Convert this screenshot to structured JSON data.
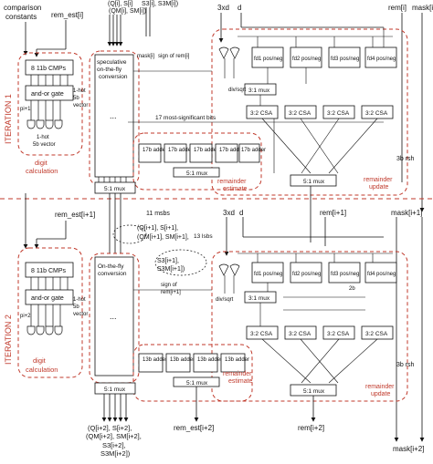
{
  "top": {
    "comparison_constants": [
      "comparison",
      "constants"
    ],
    "rem_est_i": "rem_est[i]",
    "q_top": "(Q[i], S[i]",
    "qm_top": "(QM[i], SM[i])",
    "s3_top": "S3[i], S3M[i])",
    "threexd": "3xd",
    "d": "d",
    "rem_i": "rem[i]",
    "mask_i": "mask[i]"
  },
  "iteration1": {
    "label": "ITERATION 1",
    "cmps": "8 11b CMPs",
    "andor": "and-or gate",
    "pi_plus": "pi+1",
    "onehot_vec": [
      "1-hot",
      "5b",
      "vector"
    ],
    "onehot_vec2": [
      "1-hot",
      "5b vector"
    ],
    "digit_calc": [
      "digit",
      "calculation"
    ],
    "spec_otf": [
      "speculative",
      "on-the-fly",
      "conversion"
    ],
    "dots": "...",
    "mask_i_small": "mask[i]",
    "sign_of_rem": "sign of rem[i]",
    "fd": [
      "fd1 pos/neg",
      "fd2 pos/neg",
      "fd3 pos/neg",
      "fd4 pos/neg"
    ],
    "mux31": "3:1 mux",
    "div_sqrt": "div/sqrt",
    "csa": [
      "3:2 CSA",
      "3:2 CSA",
      "3:2 CSA",
      "3:2 CSA"
    ],
    "msb17": "17 most-significant bits",
    "adder17": "17b adder",
    "mux51": "5:1 mux",
    "rem_est": [
      "remainder",
      "estimate"
    ],
    "rem_update": [
      "remainder",
      "update"
    ],
    "rsh": "3b rsh",
    "sel51": "5:1 mux"
  },
  "middle": {
    "rem_est_i1": "rem_est[i+1]",
    "msbs11": "11 msbs",
    "q_i1": "(Q[i+1], S[i+1],",
    "qm_i1": "(QM[i+1], SM[i+1],",
    "s3_i1": "S3[i+1],",
    "s3m_i1": "S3M[i+1])",
    "lsbs13": "13 lsbs",
    "threexd": "3xd",
    "d": "d",
    "rem_i1": "rem[i+1]",
    "mask_i1": "mask[i+1]"
  },
  "iteration2": {
    "label": "ITERATION 2",
    "cmps": "8 11b CMPs",
    "andor": "and-or gate",
    "pi_plus": "pi+2",
    "onehot_vec": [
      "1-hot",
      "5b",
      "vector"
    ],
    "digit_calc": [
      "digit",
      "calculation"
    ],
    "otf": [
      "On-the-fly",
      "conversion"
    ],
    "dots": "...",
    "sign_of_rem": [
      "sign of",
      "rem[i+1]"
    ],
    "fd": [
      "fd1 pos/neg",
      "fd2 pos/neg",
      "fd3 pos/neg",
      "fd4 pos/neg"
    ],
    "mux31": "3:1 mux",
    "div_sqrt": "div/sqrt",
    "csa": [
      "3:2 CSA",
      "3:2 CSA",
      "3:2 CSA",
      "3:2 CSA"
    ],
    "adder13": "13b adder",
    "mux51": "5:1 mux",
    "rem_est": [
      "remainder",
      "estimate"
    ],
    "rem_update": [
      "remainder",
      "update"
    ],
    "rsh": "3b rsh",
    "twob": "2b"
  },
  "bottom": {
    "q_out": [
      "(Q[i+2], S[i+2],",
      "(QM[i+2], SM[i+2],",
      "S3[i+2],",
      "S3M[i+2])"
    ],
    "rem_est_out": "rem_est[i+2]",
    "rem_out": "rem[i+2]",
    "mask_out": "mask[i+2]"
  },
  "colors": {
    "dashed": "#c0392b",
    "line": "#111111"
  }
}
